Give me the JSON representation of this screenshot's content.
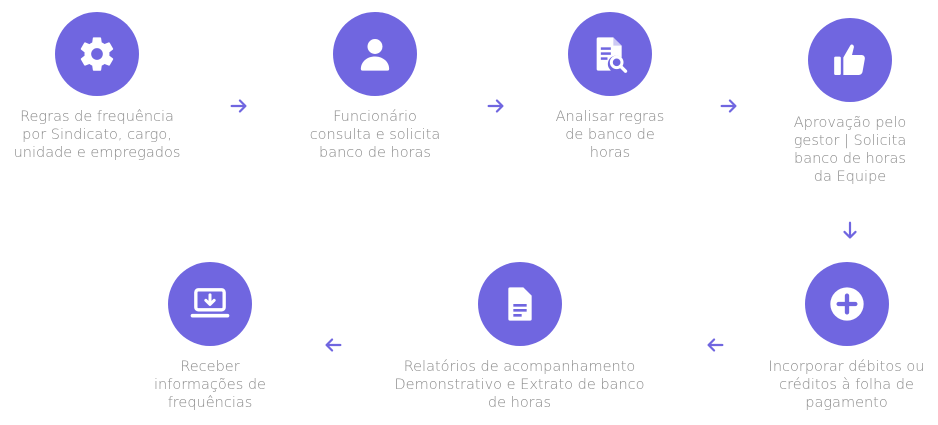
{
  "colors": {
    "accent": "#7066e0",
    "text": "#8a8a8a"
  },
  "steps": [
    {
      "label": "Regras de frequência\npor Sindicato, cargo,\nunidade e empregados",
      "icon": "gear-icon"
    },
    {
      "label": "Funcionário\nconsulta e solicita\nbanco de horas",
      "icon": "user-icon"
    },
    {
      "label": "Analisar regras\nde banco de\nhoras",
      "icon": "document-search-icon"
    },
    {
      "label": "Aprovação pelo\ngestor | Solicita\nbanco de horas\nda Equipe",
      "icon": "thumbs-up-icon"
    },
    {
      "label": "Incorporar débitos ou\ncréditos à folha de\npagamento",
      "icon": "plus-circle-icon"
    },
    {
      "label": "Relatórios de acompanhamento\nDemonstrativo e Extrato de banco\nde horas",
      "icon": "document-icon"
    },
    {
      "label": "Receber\ninformações de\nfrequências",
      "icon": "laptop-download-icon"
    }
  ]
}
